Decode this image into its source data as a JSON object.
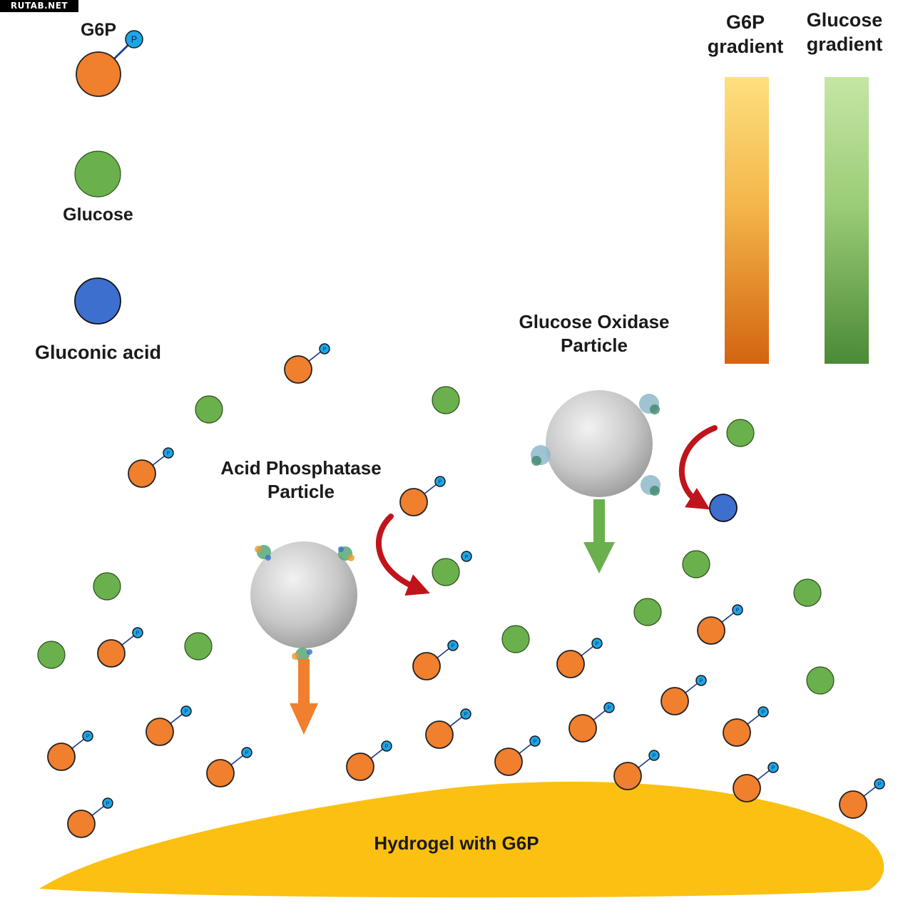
{
  "watermark": "RUTAB.NET",
  "legend": {
    "g6p_label": "G6P",
    "glucose_label": "Glucose",
    "gluconic_label": "Gluconic acid",
    "phosphate_symbol": "P"
  },
  "gradients": {
    "g6p": {
      "line1": "G6P",
      "line2": "gradient"
    },
    "glucose": {
      "line1": "Glucose",
      "line2": "gradient"
    }
  },
  "particles": {
    "acid_phosphatase": {
      "line1": "Acid Phosphatase",
      "line2": "Particle"
    },
    "glucose_oxidase": {
      "line1": "Glucose Oxidase",
      "line2": "Particle"
    }
  },
  "hydrogel": {
    "label": "Hydrogel with G6P"
  },
  "colors": {
    "g6p_orange": "#f07f2e",
    "glucose_green": "#6ab04c",
    "gluconic_blue": "#3d6fcf",
    "phosphate_blue": "#1da6e6",
    "hydrogel_yellow": "#fbc012",
    "arrow_red": "#c0141c",
    "arrow_orange": "#f07f2e",
    "arrow_green": "#6ab04c"
  }
}
